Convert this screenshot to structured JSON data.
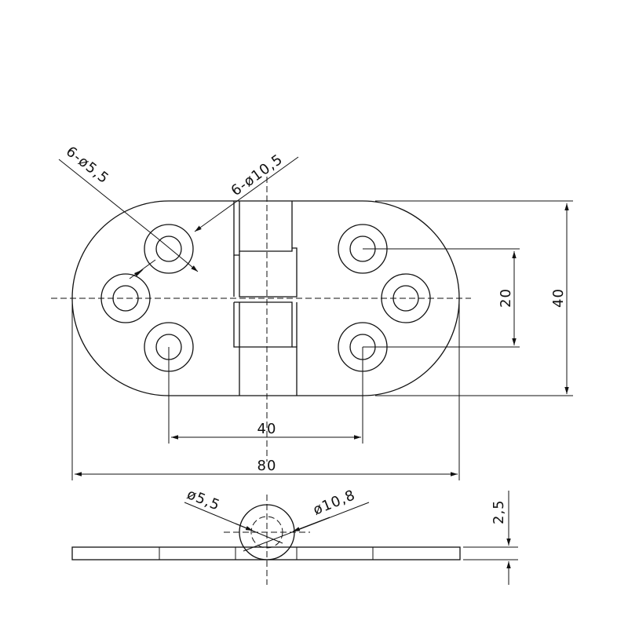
{
  "dimensions": {
    "overall_length": "80",
    "hole_spacing_horizontal": "40",
    "hole_spacing_vertical": "20",
    "overall_width": "40",
    "thickness": "2,5"
  },
  "callouts": {
    "small_holes": "6-ø5,5",
    "countersinks": "6-ø10,5",
    "pin_diameter": "ø5,5",
    "knuckle_diameter": "ø10,8"
  },
  "colors": {
    "line": "#111111",
    "background": "#ffffff"
  }
}
